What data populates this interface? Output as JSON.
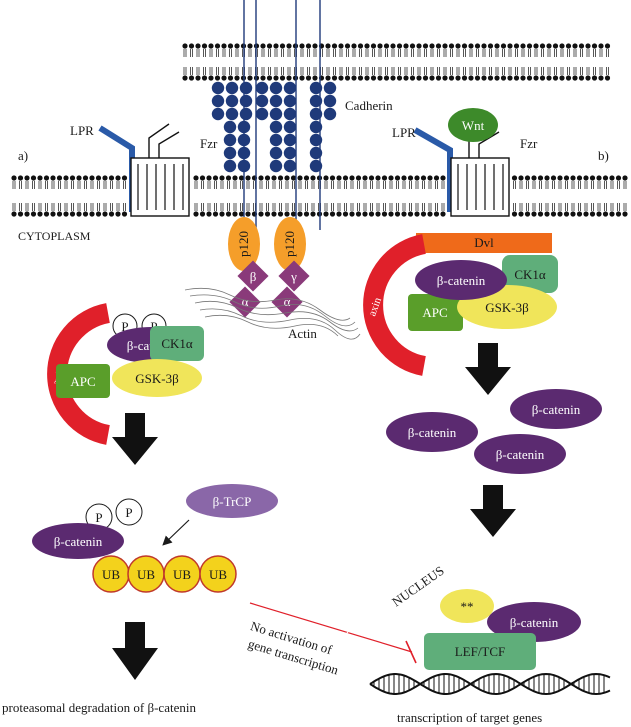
{
  "labels": {
    "panel_a": "a)",
    "panel_b": "b)",
    "cytoplasm": "CYTOPLASM",
    "cadherin": "Cadherin",
    "lpr_left": "LPR",
    "fzr_left": "Fzr",
    "lpr_right": "LPR",
    "fzr_right": "Fzr",
    "wnt": "Wnt",
    "dvl": "Dvl",
    "p120_left": "p120",
    "p120_right": "p120",
    "beta_small": "β",
    "gamma_small": "γ",
    "alpha_left": "α",
    "alpha_right": "α",
    "actin": "Actin",
    "axin_left": "axin",
    "axin_right": "axin",
    "p": "P",
    "beta_catenin": "β-catenin",
    "ck1a": "CK1α",
    "apc": "APC",
    "gsk3b": "GSK-3β",
    "btrcp": "β-TrCP",
    "ub": "UB",
    "proteasomal": "proteasomal degradation of β-catenin",
    "nucleus": "NUCLEUS",
    "no_activation_1": "No activation of",
    "no_activation_2": "gene transcription",
    "double_star": "**",
    "lef_tcf": "LEF/TCF",
    "transcription": "transcription of target genes"
  },
  "colors": {
    "axin_red": "#e0202a",
    "beta_catenin_purple": "#5b2a70",
    "ck1a_green": "#5fae7a",
    "apc_green": "#5a9e2a",
    "gsk_yellow": "#f0e55a",
    "btrcp_violet": "#8a67a8",
    "ub_yellow": "#f3d21c",
    "ub_border": "#c0392b",
    "p120_orange": "#f59e2a",
    "alpha_beta_purple": "#8a3a7a",
    "cadherin_blue": "#1f3a7a",
    "lpr_blue": "#2a5aa8",
    "wnt_green": "#3d8a2a",
    "dvl_orange": "#ef6a1a",
    "lef_green": "#5fae7a",
    "inhibit_red": "#e0202a"
  },
  "icons": {
    "arrow": "down-arrow-icon",
    "dna": "dna-helix-icon",
    "membrane": "lipid-bilayer-icon"
  }
}
